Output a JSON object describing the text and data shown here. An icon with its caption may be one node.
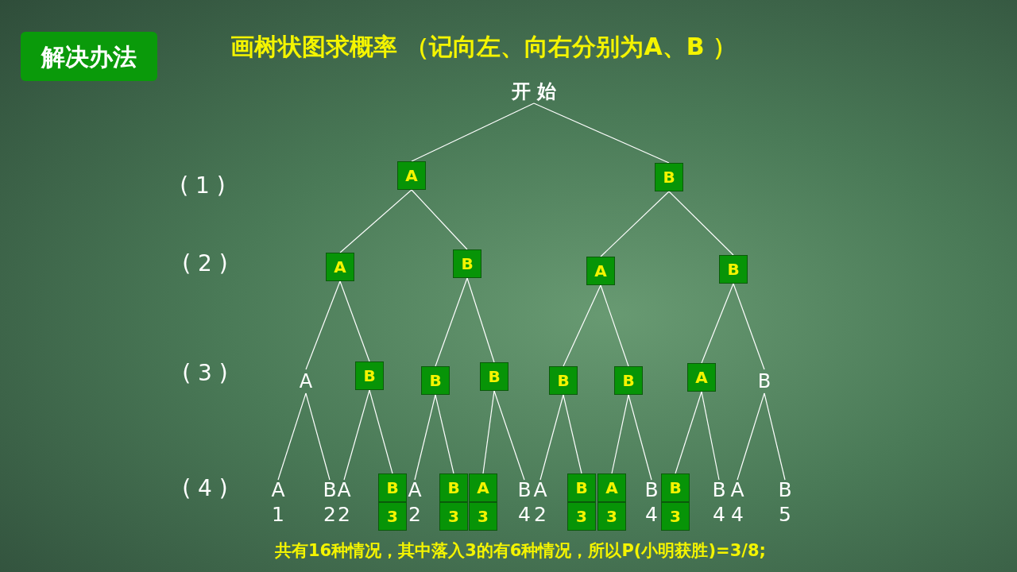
{
  "diagram": {
    "title": "画树状图求概率 （记向左、向右分别为A、B ）",
    "caption": "共有16种情况，其中落入3的有6种情况，所以P(小明获胜)=3/8;",
    "nodes": [
      {
        "text": [
          "解决办法"
        ]
      },
      {
        "text": [
          "开 始"
        ]
      },
      {
        "text": [
          "A"
        ]
      },
      {
        "text": [
          "B"
        ]
      },
      {
        "text": [
          "A"
        ]
      },
      {
        "text": [
          "B"
        ]
      },
      {
        "text": [
          "A"
        ]
      },
      {
        "text": [
          "B"
        ]
      },
      {
        "text": [
          "A"
        ]
      },
      {
        "text": [
          "B"
        ]
      },
      {
        "text": [
          "B"
        ]
      },
      {
        "text": [
          "B"
        ]
      },
      {
        "text": [
          "B"
        ]
      },
      {
        "text": [
          "B"
        ]
      },
      {
        "text": [
          "A"
        ]
      },
      {
        "text": [
          "B"
        ]
      },
      {
        "text": [
          "A",
          "1"
        ]
      },
      {
        "text": [
          "B",
          "2"
        ]
      },
      {
        "text": [
          "A",
          "2"
        ]
      },
      {
        "text": [
          "B",
          "3"
        ]
      },
      {
        "text": [
          "A",
          "2"
        ]
      },
      {
        "text": [
          "B",
          "3"
        ]
      },
      {
        "text": [
          "A",
          "3"
        ]
      },
      {
        "text": [
          "B",
          "4"
        ]
      },
      {
        "text": [
          "A",
          "2"
        ]
      },
      {
        "text": [
          "B",
          "3"
        ]
      },
      {
        "text": [
          "A",
          "3"
        ]
      },
      {
        "text": [
          "B",
          "4"
        ]
      },
      {
        "text": [
          "B",
          "3"
        ]
      },
      {
        "text": [
          "B",
          "4"
        ]
      },
      {
        "text": [
          "A",
          "4"
        ]
      },
      {
        "text": [
          "B",
          "5"
        ]
      }
    ],
    "edges": [
      {
        "from": 1,
        "to": 2,
        "arrow": "none"
      },
      {
        "from": 1,
        "to": 3,
        "arrow": "none"
      },
      {
        "from": 2,
        "to": 4,
        "arrow": "none"
      },
      {
        "from": 2,
        "to": 5,
        "arrow": "none"
      },
      {
        "from": 3,
        "to": 6,
        "arrow": "none"
      },
      {
        "from": 3,
        "to": 7,
        "arrow": "none"
      },
      {
        "from": 4,
        "to": 8,
        "arrow": "none"
      },
      {
        "from": 4,
        "to": 9,
        "arrow": "none"
      },
      {
        "from": 5,
        "to": 10,
        "arrow": "none"
      },
      {
        "from": 5,
        "to": 11,
        "arrow": "none"
      },
      {
        "from": 6,
        "to": 12,
        "arrow": "none"
      },
      {
        "from": 6,
        "to": 13,
        "arrow": "none"
      },
      {
        "from": 7,
        "to": 14,
        "arrow": "none"
      },
      {
        "from": 7,
        "to": 15,
        "arrow": "none"
      },
      {
        "from": 8,
        "to": 16,
        "arrow": "none"
      },
      {
        "from": 8,
        "to": 17,
        "arrow": "none"
      },
      {
        "from": 9,
        "to": 18,
        "arrow": "none"
      },
      {
        "from": 9,
        "to": 19,
        "arrow": "none"
      },
      {
        "from": 10,
        "to": 20,
        "arrow": "none"
      },
      {
        "from": 10,
        "to": 21,
        "arrow": "none"
      },
      {
        "from": 11,
        "to": 22,
        "arrow": "none"
      },
      {
        "from": 11,
        "to": 23,
        "arrow": "none"
      },
      {
        "from": 12,
        "to": 24,
        "arrow": "none"
      },
      {
        "from": 12,
        "to": 25,
        "arrow": "none"
      },
      {
        "from": 13,
        "to": 26,
        "arrow": "none"
      },
      {
        "from": 13,
        "to": 27,
        "arrow": "none"
      },
      {
        "from": 14,
        "to": 28,
        "arrow": "none"
      },
      {
        "from": 14,
        "to": 29,
        "arrow": "none"
      },
      {
        "from": 15,
        "to": 30,
        "arrow": "none"
      },
      {
        "from": 15,
        "to": 31,
        "arrow": "none"
      }
    ],
    "labels": [
      "( 1 )",
      "( 2 )",
      "( 3 )",
      "( 4 )"
    ]
  }
}
